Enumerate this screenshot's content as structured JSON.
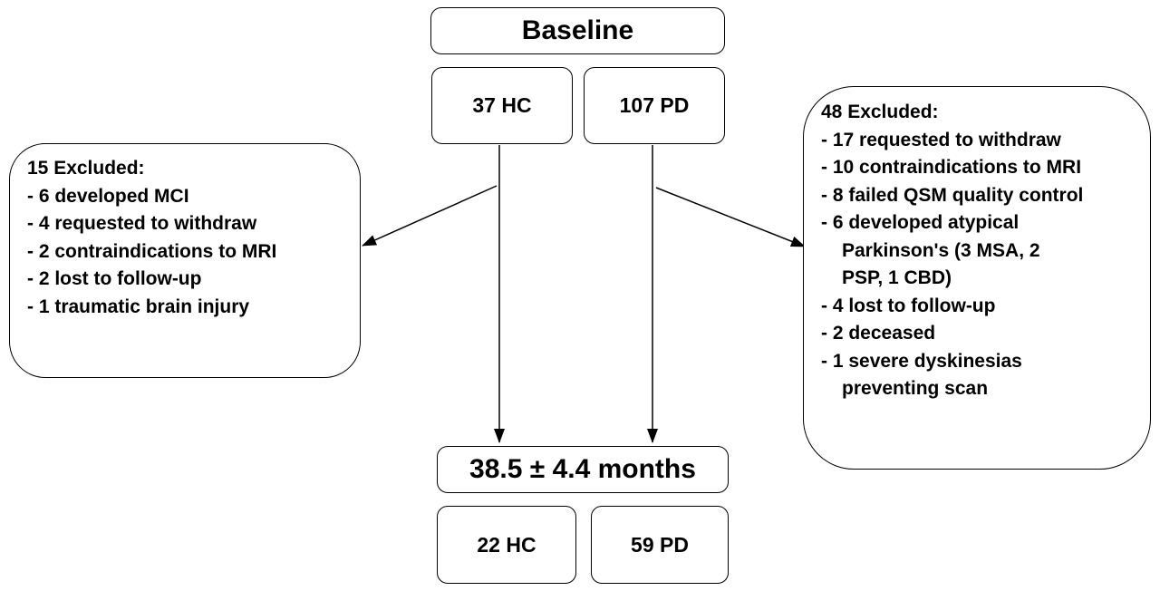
{
  "baseline": {
    "title": "Baseline",
    "groups": {
      "hc": "37 HC",
      "pd": "107 PD"
    }
  },
  "followup": {
    "title": "38.5 ± 4.4 months",
    "groups": {
      "hc": "22 HC",
      "pd": "59 PD"
    }
  },
  "hc_excluded": {
    "header": "15 Excluded:",
    "items": [
      "- 6 developed MCI",
      "- 4 requested to withdraw",
      "- 2 contraindications to MRI",
      "- 2 lost to follow-up",
      "- 1 traumatic brain injury"
    ]
  },
  "pd_excluded": {
    "header": "48 Excluded:",
    "items": [
      "- 17 requested to withdraw",
      "- 10 contraindications to MRI",
      "- 8 failed QSM quality control",
      "- 6 developed atypical",
      "Parkinson's (3 MSA, 2",
      "PSP, 1 CBD)",
      "- 4 lost to follow-up",
      "- 2 deceased",
      "- 1 severe dyskinesias",
      "preventing scan"
    ]
  }
}
